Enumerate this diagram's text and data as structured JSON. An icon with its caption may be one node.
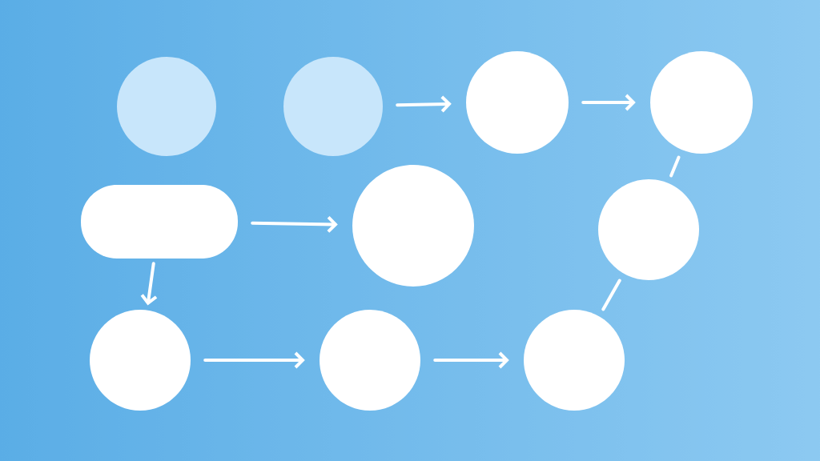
{
  "diagram": {
    "nodes": [
      {
        "text": [],
        "shape": "circle"
      },
      {
        "text": [],
        "shape": "circle"
      },
      {
        "text": [],
        "shape": "circle"
      },
      {
        "text": [],
        "shape": "circle"
      },
      {
        "text": [],
        "shape": "box"
      },
      {
        "text": [],
        "shape": "circle"
      },
      {
        "text": [],
        "shape": "circle"
      },
      {
        "text": [],
        "shape": "circle"
      },
      {
        "text": [],
        "shape": "circle"
      },
      {
        "text": [],
        "shape": "circle"
      }
    ],
    "edges": [
      {
        "from": 1,
        "to": 2,
        "arrow": "to"
      },
      {
        "from": 2,
        "to": 3,
        "arrow": "to"
      },
      {
        "from": 4,
        "to": 5,
        "arrow": "to"
      },
      {
        "from": 4,
        "to": 7,
        "arrow": "to"
      },
      {
        "from": 7,
        "to": 8,
        "arrow": "to"
      },
      {
        "from": 8,
        "to": 9,
        "arrow": "to"
      },
      {
        "from": 9,
        "to": 6,
        "arrow": "none"
      },
      {
        "from": 6,
        "to": 3,
        "arrow": "none"
      }
    ]
  }
}
